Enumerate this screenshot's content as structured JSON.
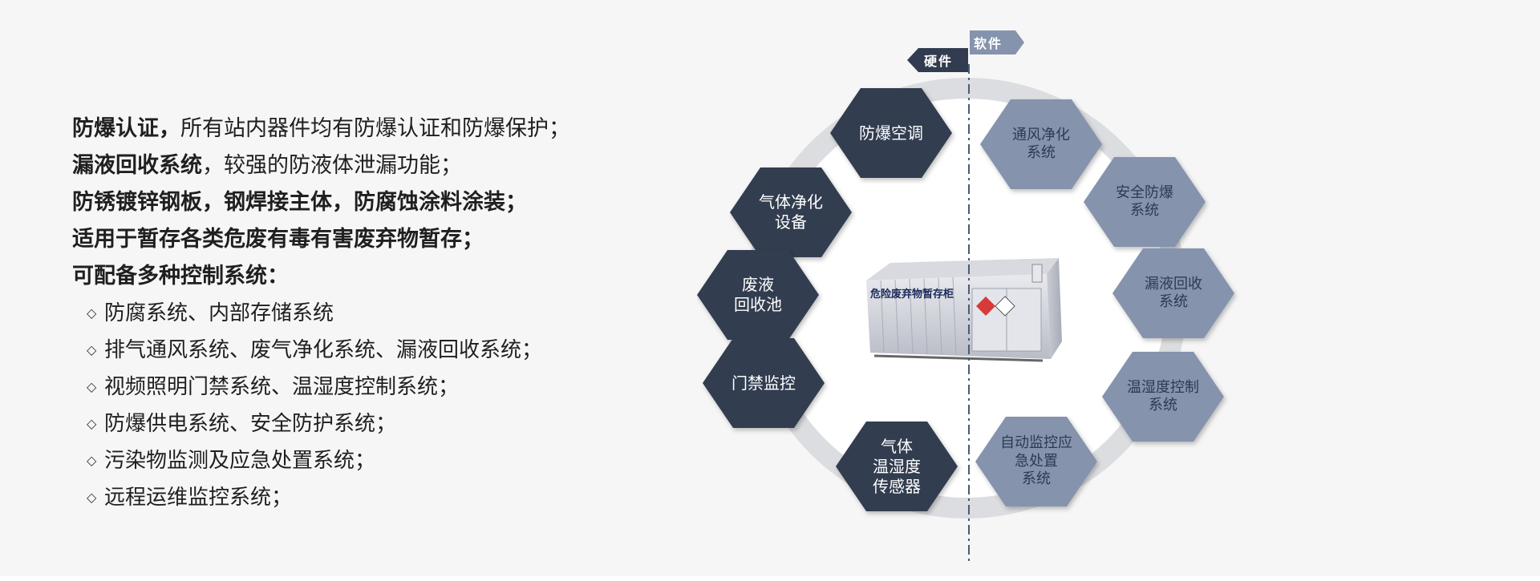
{
  "features": {
    "line1_bold": "防爆认证，",
    "line1_rest": "所有站内器件均有防爆认证和防爆保护；",
    "line2_bold": "漏液回收系统",
    "line2_rest": "，较强的防液体泄漏功能；",
    "line3": "防锈镀锌钢板，钢焊接主体，防腐蚀涂料涂装；",
    "line4": "适用于暂存各类危废有毒有害废弃物暂存；",
    "line5": "可配备多种控制系统：",
    "bullet_symbol": "◇",
    "bullets": [
      "防腐系统、内部存储系统",
      "排气通风系统、废气净化系统、漏液回收系统；",
      "视频照明门禁系统、温湿度控制系统；",
      "防爆供电系统、安全防护系统；",
      "污染物监测及应急处置系统；",
      "远程运维监控系统；"
    ]
  },
  "diagram": {
    "hardware_tag": "硬件",
    "software_tag": "软件",
    "hardware_items": [
      "防爆空调",
      "气体净化\n设备",
      "废液\n回收池",
      "门禁监控",
      "气体\n温湿度\n传感器"
    ],
    "software_items": [
      "通风净化\n系统",
      "安全防爆\n系统",
      "漏液回收\n系统",
      "温湿度控制\n系统",
      "自动监控应\n急处置\n系统"
    ],
    "cabinet_label": "危险废弃物暂存柜",
    "colors": {
      "hardware": "#323c50",
      "software": "#8593ad",
      "ring": "#dcdde0",
      "divider": "#4a5a7a"
    }
  }
}
